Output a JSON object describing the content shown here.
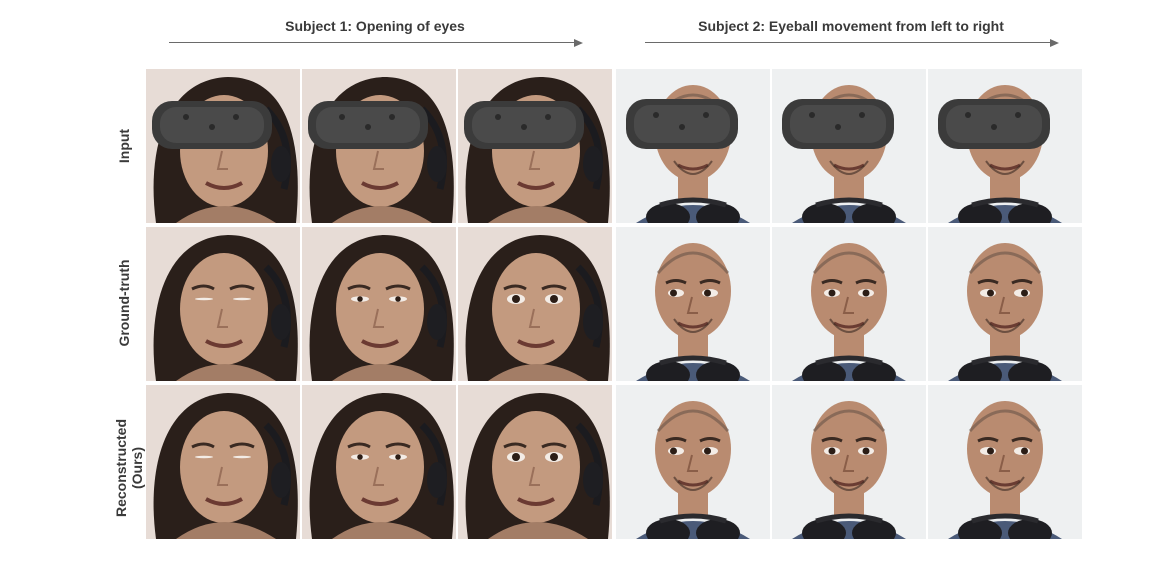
{
  "figure": {
    "subjects": [
      {
        "title": "Subject 1: Opening of eyes"
      },
      {
        "title": "Subject 2: Eyeball movement from left to right"
      }
    ],
    "rows": [
      {
        "label": "Input",
        "sublabel": ""
      },
      {
        "label": "Ground-truth",
        "sublabel": ""
      },
      {
        "label": "Reconstructed",
        "sublabel": "(Ours)"
      }
    ],
    "colors": {
      "arrow": "#6a6a6a",
      "text": "#3a3a3a",
      "bg_subject1": "#e7dcd6",
      "bg_subject2": "#eef0f1",
      "skin_subject1": "#c39a7f",
      "skin_subject2": "#b98b70",
      "hair_subject1": "#2a1f1a",
      "headset": "#3b3b3b",
      "headphones": "#1e1e22"
    }
  }
}
